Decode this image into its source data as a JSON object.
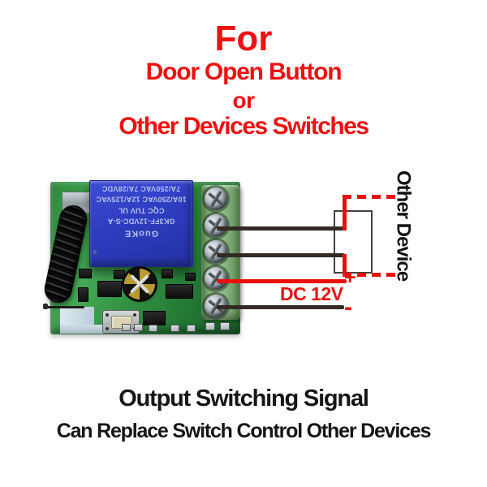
{
  "title": {
    "line1": "For",
    "line2": "Door Open Button",
    "line3": "or",
    "line4": "Other Devices Switches"
  },
  "wiring": {
    "device_label": "Other Device",
    "power_label": "DC 12V",
    "positive_label": "+",
    "negative_label": "-"
  },
  "relay": {
    "brand": "GuoKE",
    "model": "GK3FF-12VDC-S-A",
    "certs": "CQC  TUV  UL",
    "rating_line2": "10A/250VAC  12A/125VAC",
    "rating_line1": "7A/250VAC  7A/28VDC"
  },
  "caption": {
    "line1": "Output Switching Signal",
    "line2": "Can Replace Switch Control Other Devices"
  },
  "colors": {
    "accent_red": "#ee1111",
    "wire_dark": "#342a24",
    "relay_blue": "#3040c8",
    "pcb_green": "#2f8c3e",
    "terminal_green": "#84b07c"
  }
}
